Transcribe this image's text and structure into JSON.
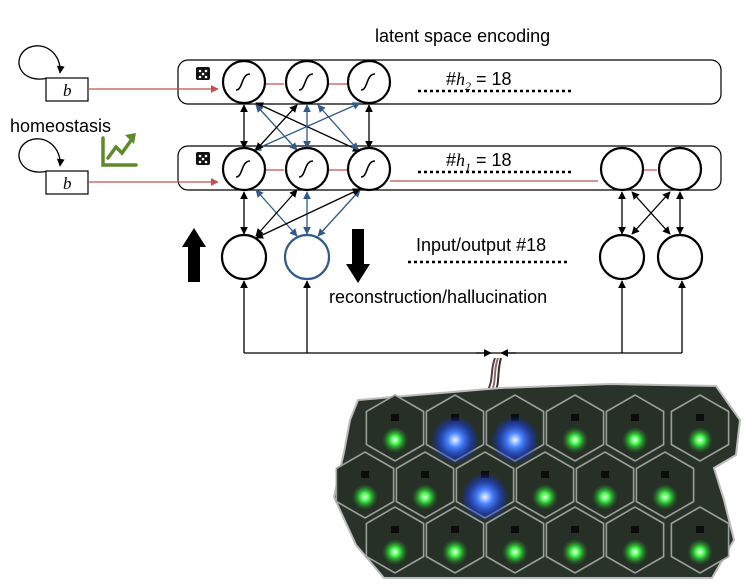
{
  "title": "latent space encoding",
  "homeostasis_label": "homeostasis",
  "bias_label": "b",
  "layers": {
    "h2": {
      "prefix": "#",
      "symbol": "h",
      "subscript": "2",
      "equals": " = 18"
    },
    "h1": {
      "prefix": "#",
      "symbol": "h",
      "subscript": "1",
      "equals": " = 18"
    }
  },
  "io_label": "Input/output #18",
  "reconstruction_label": "reconstruction/hallucination",
  "icons": {
    "dice": "dice-icon",
    "trend": "trending-up-icon",
    "sigmoid": "sigmoid-icon",
    "up_arrow": "up-arrow-icon",
    "down_arrow": "down-arrow-icon"
  },
  "colors": {
    "bias_line": "#c0504d",
    "feedback_arrow": "#2f5a8a",
    "hidden_unit_blue": "#2f5a8a",
    "trend_icon": "#5e8a2a",
    "led_green": "#34e03a",
    "led_blue": "#3a6bff"
  }
}
